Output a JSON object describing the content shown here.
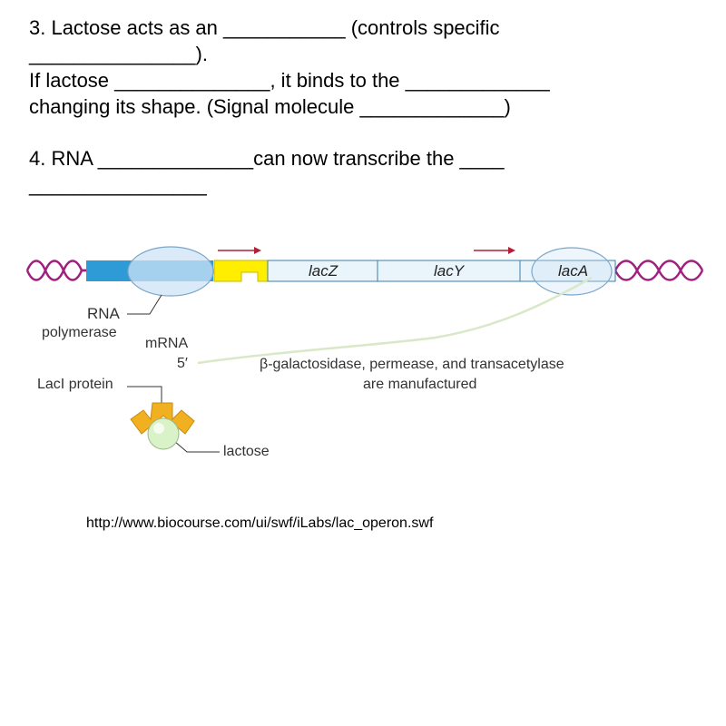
{
  "questions": {
    "q3_line1": "3. Lactose acts as an ___________ (controls specific",
    "q3_line2": "_______________).",
    "q3_line3": "If lactose ______________, it binds to the _____________",
    "q3_line4": "changing its shape. (Signal molecule _____________)",
    "q4_line1": "4. RNA ______________can now transcribe the ____",
    "q4_line2": "________________"
  },
  "diagram": {
    "genes": [
      "lacZ",
      "lacY",
      "lacA"
    ],
    "labels": {
      "rna": "RNA",
      "polymerase": "polymerase",
      "mrna": "mRNA",
      "five_prime": "5′",
      "laci_protein": "LacI protein",
      "lactose": "lactose",
      "products_line1": "β-galactosidase, permease, and transacetylase",
      "products_line2": "are manufactured"
    },
    "colors": {
      "dna_wave": "#a0207f",
      "promoter": "#2e9bd6",
      "operator": "#ffee00",
      "gene_box": "#eaf4fb",
      "gene_border": "#3a7fa8",
      "arrow": "#b0203a",
      "laci": "#f0b020",
      "lactose_ball": "#d9f2c8",
      "polymerase_oval": "#cfe3f5",
      "mrna_strand": "#d8e8c8"
    }
  },
  "url": "http://www.biocourse.com/ui/swf/iLabs/lac_operon.swf"
}
